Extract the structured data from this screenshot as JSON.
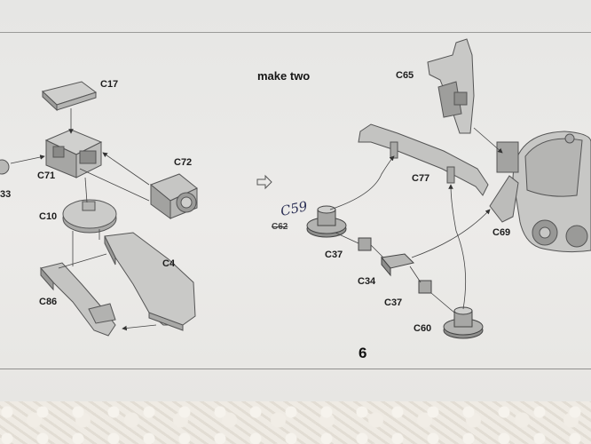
{
  "instruction": {
    "make_two": "make two",
    "step_number": "6"
  },
  "parts_left": {
    "c17": "C17",
    "c71": "C71",
    "c72": "C72",
    "c10": "C10",
    "c4": "C4",
    "c86": "C86",
    "c33_partial": "33"
  },
  "parts_right": {
    "c65": "C65",
    "c77": "C77",
    "c69": "C69",
    "c37_upper": "C37",
    "c34": "C34",
    "c37_lower": "C37",
    "c60": "C60",
    "c62_crossed": "C62",
    "handwritten": "C59"
  },
  "icons": {
    "step_arrow": "outline-arrow-icon"
  }
}
